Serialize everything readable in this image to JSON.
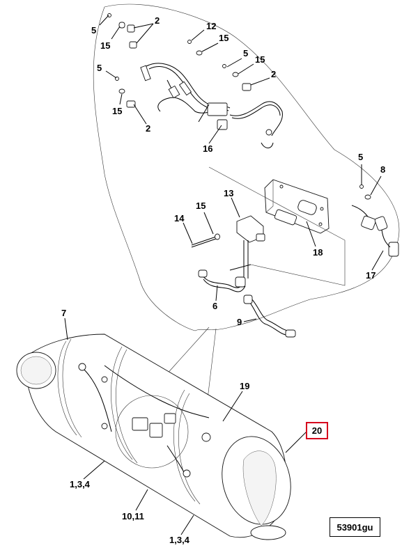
{
  "diagram": {
    "reference_code": "53901gu",
    "highlighted_callout": "20",
    "highlight_color": "#d6001c",
    "callouts": [
      "5",
      "15",
      "2",
      "12",
      "15",
      "5",
      "15",
      "2",
      "5",
      "15",
      "2",
      "16",
      "5",
      "8",
      "13",
      "15",
      "14",
      "18",
      "17",
      "6",
      "9",
      "7",
      "19",
      "20",
      "1,3,4",
      "10,11",
      "1,3,4"
    ]
  }
}
